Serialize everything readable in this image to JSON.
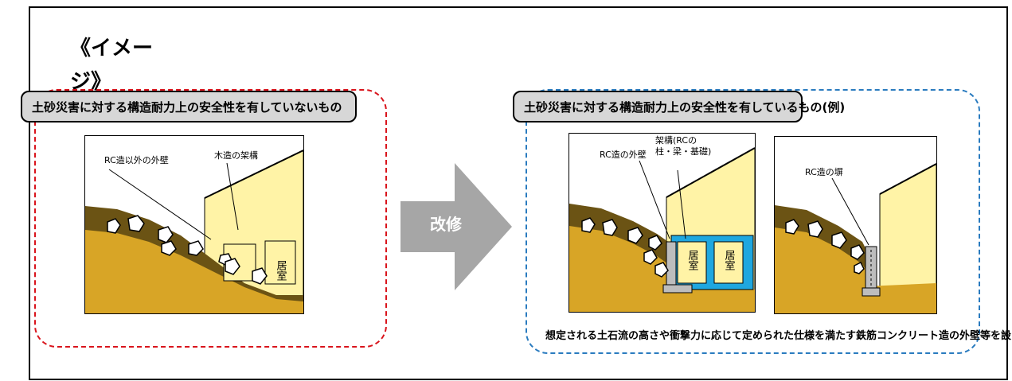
{
  "image_label": "《イメージ》",
  "left": {
    "caption": "土砂災害に対する構造耐力上の安全性を有していないもの",
    "label_outer_wall": "RC造以外の外壁",
    "label_frame": "木造の架構",
    "room_label": "居室"
  },
  "arrow_label": "改修",
  "right": {
    "caption": "土砂災害に対する構造耐力上の安全性を有しているもの(例)",
    "label_rc_wall": "RC造の外壁",
    "label_rc_frame_line1": "架構(RCの",
    "label_rc_frame_line2": "柱・梁・基礎)",
    "label_rc_fence": "RC造の塀",
    "room_label": "居室",
    "note": "想定される土石流の高さや衝撃力に応じて定められた仕様を満たす鉄筋コンクリート造の外壁等を設ける"
  },
  "colors": {
    "soil": "#d8a526",
    "debris": "#6b5314",
    "house": "#fff3a6",
    "rc_frame": "#1fa7e0",
    "concrete": "#bdbdbd",
    "arrow": "#a6a6a6",
    "red_dash": "#d9141c",
    "blue_dash": "#2a7bbf",
    "caption_bg": "#d7d7d7"
  }
}
